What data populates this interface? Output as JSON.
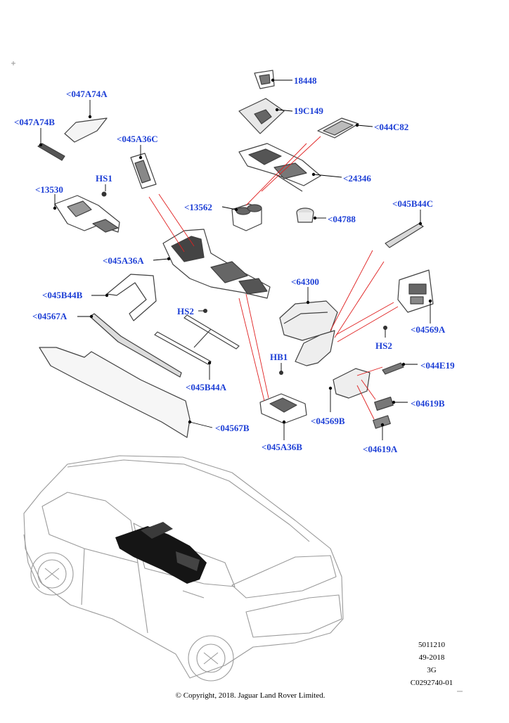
{
  "colors": {
    "label": "#1d3fd6",
    "line": "#000000",
    "callout": "#e02020",
    "part": "#404040",
    "car_line": "#9a9a9a"
  },
  "labels": {
    "p18448": "18448",
    "p19C149": "19C149",
    "p044C82": "<044C82",
    "p047A74A": "<047A74A",
    "p047A74B": "<047A74B",
    "p045A36C": "<045A36C",
    "hs1": "HS1",
    "p13530": "<13530",
    "p24346": "<24346",
    "p13562": "<13562",
    "p04788": "<04788",
    "p045B44C": "<045B44C",
    "p045A36A": "<045A36A",
    "p64300": "<64300",
    "p045B44B": "<045B44B",
    "hs2_left": "HS2",
    "p04567A": "<04567A",
    "p04569A": "<04569A",
    "hs2_right": "HS2",
    "hb1": "HB1",
    "p044E19": "<044E19",
    "p045B44A": "<045B44A",
    "p04619B": "<04619B",
    "p04569B": "<04569B",
    "p04567B": "<04567B",
    "p045A36B": "<045A36B",
    "p04619A": "<04619A"
  },
  "meta": {
    "line1": "5011210",
    "line2": "49-2018",
    "line3": "3G",
    "line4": "C0292740-01"
  },
  "copyright": "© Copyright, 2018. Jaguar Land Rover Limited."
}
